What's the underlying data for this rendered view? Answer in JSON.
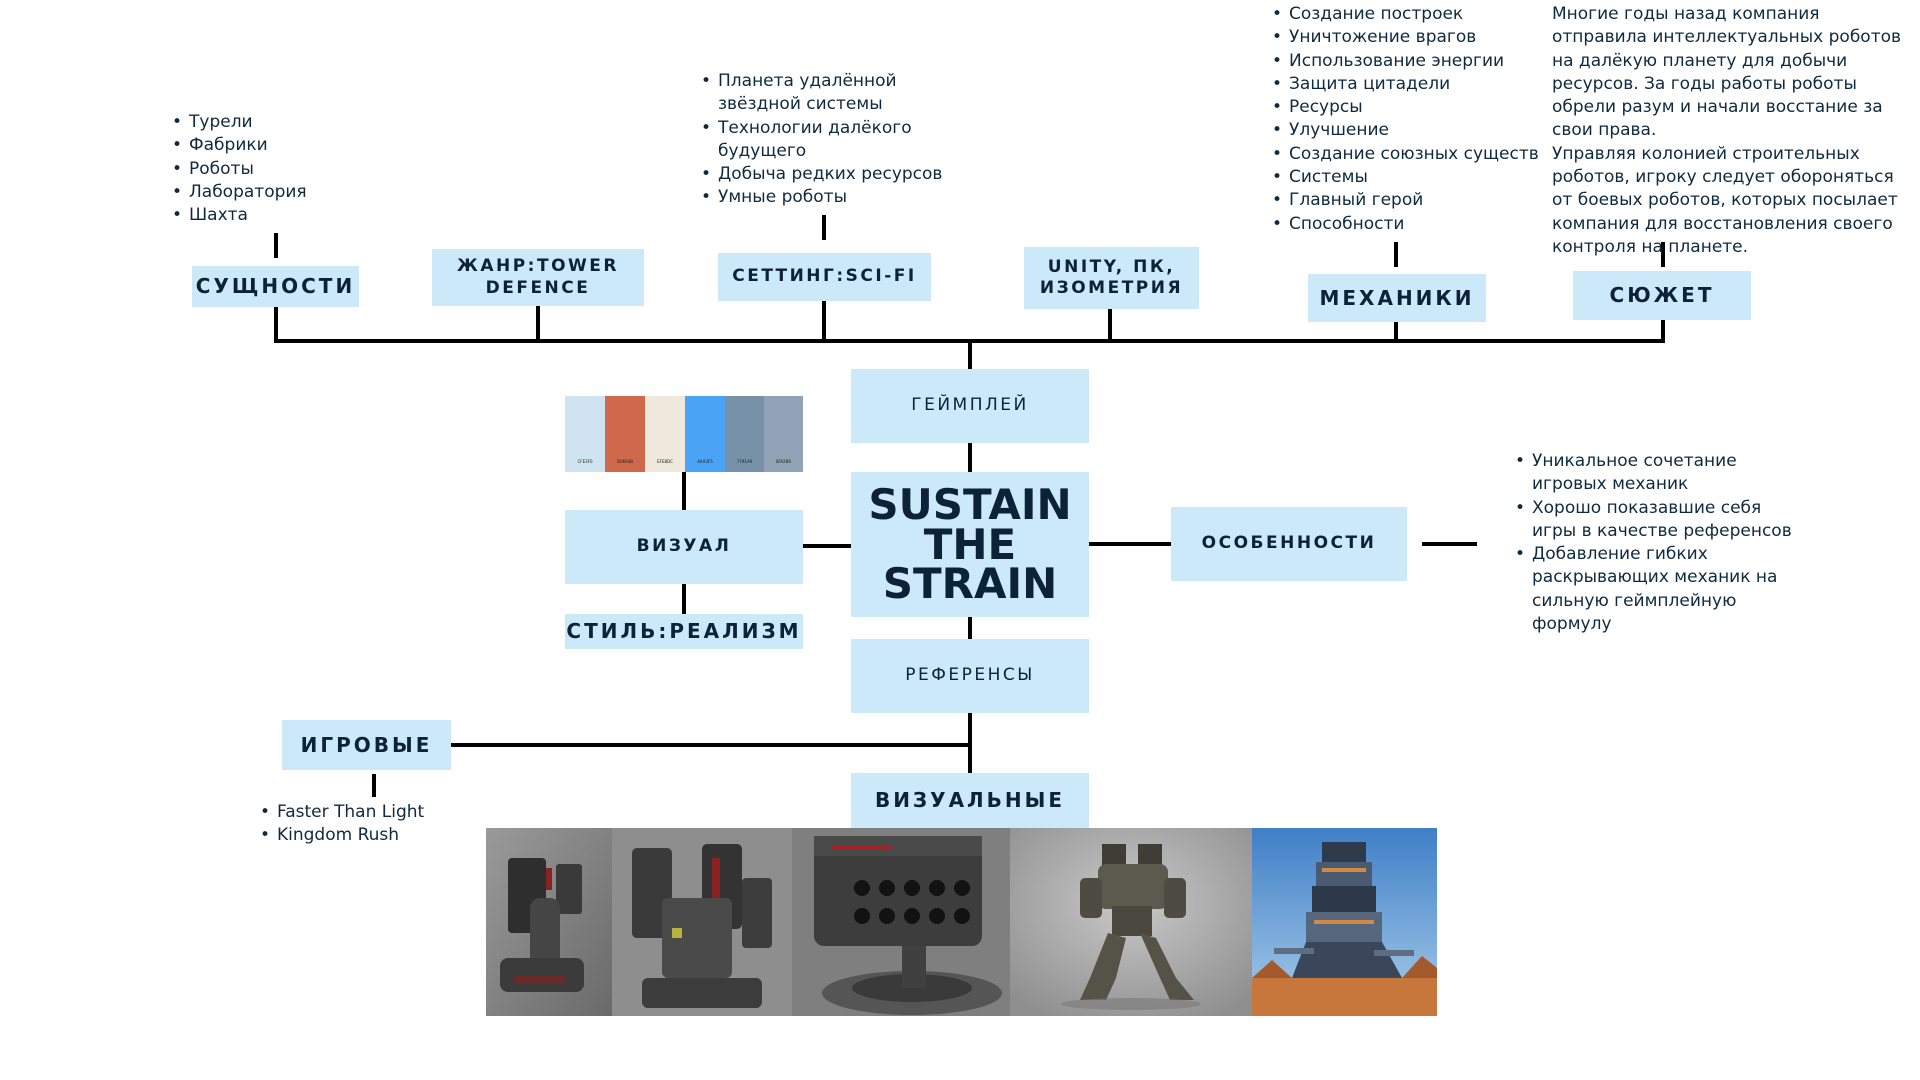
{
  "title": {
    "line1": "SUSTAIN",
    "line2": "THE",
    "line3": "STRAIN"
  },
  "boxes": {
    "entities": "СУЩНОСТИ",
    "genre": "ЖАНР:TOWER DEFENCE",
    "setting": "СЕТТИНГ:SCI-FI",
    "platform": "UNITY, ПК, ИЗОМЕТРИЯ",
    "mechanics": "МЕХАНИКИ",
    "plot": "СЮЖЕТ",
    "gameplay": "ГЕЙМПЛЕЙ",
    "visual": "ВИЗУАЛ",
    "style": "СТИЛЬ:РЕАЛИЗМ",
    "features": "ОСОБЕННОСТИ",
    "references": "РЕФЕРЕНСЫ",
    "game_refs": "ИГРОВЫЕ",
    "visual_refs": "ВИЗУАЛЬНЫЕ"
  },
  "entities_list": [
    "Турели",
    "Фабрики",
    "Роботы",
    "Лаборатория",
    "Шахта"
  ],
  "setting_list": [
    "Планета удалённой звёздной системы",
    "Технологии далёкого будущего",
    "Добыча редких ресурсов",
    "Умные роботы"
  ],
  "mechanics_list": [
    "Создание построек",
    "Уничтожение врагов",
    "Использование энергии",
    "Защита цитадели",
    "Ресурсы",
    "Улучшение",
    "Создание союзных существ",
    "Системы",
    "Главный герой",
    "Способности"
  ],
  "plot_text": {
    "p1": "Многие годы назад компания отправила интеллектуальных роботов на далёкую планету для добычи ресурсов. За годы работы роботы обрели разум и начали восстание за свои права.",
    "p2": "Управляя колонией строительных роботов, игроку следует обороняться от боевых роботов, которых посылает компания для восстановления своего контроля на планете."
  },
  "features_list": [
    "Уникальное сочетание игровых механик",
    "Хорошо показавшие себя игры в качестве референсов",
    "Добавление гибких раскрывающих механик на сильную геймплейную формулу"
  ],
  "game_refs_list": [
    "Faster Than Light",
    "Kingdom Rush"
  ],
  "palette": [
    {
      "color": "#cfe3f0",
      "code": "CFE3F0"
    },
    {
      "color": "#d0694b",
      "code": "D0694B"
    },
    {
      "color": "#efe8dc",
      "code": "EFE8DC"
    },
    {
      "color": "#4aa3f5",
      "code": "4AA3F5"
    },
    {
      "color": "#7791a9",
      "code": "7791A9"
    },
    {
      "color": "#8fa2b6",
      "code": "8FA2B6"
    }
  ],
  "colors": {
    "box_fill": "#cce9f9",
    "text": "#0c2237",
    "connector": "#000000"
  }
}
